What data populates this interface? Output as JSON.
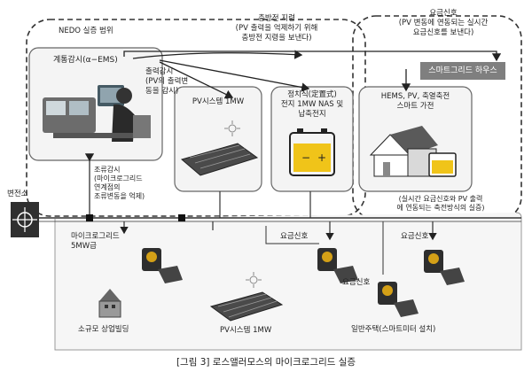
{
  "nedo_scope": "NEDO 실증 범위",
  "charge_instruction": [
    "충방전 지령",
    "(PV 출력을 억제하기 위해",
    "충방전 지령을 보낸다)"
  ],
  "price_signal_top": [
    "요금신호",
    "(PV 변동에 연동되는 실시간",
    "요금신호를 보낸다)"
  ],
  "smart_grid_house": "스마트그리드 하우스",
  "ems_label": "계통감시(α−EMS)",
  "output_monitor": [
    "출력감시",
    "(PV의 출력변",
    "동을 감시)"
  ],
  "pv_1mw_top": "PV시스템 1MW",
  "storage": [
    "정치식(定置式)",
    "전지 1MW NAS 및",
    "납축전지"
  ],
  "hems": [
    "HEMS, PV, 축열축전",
    "스마트 가전"
  ],
  "realtime_note": [
    "(실시간 요금신호와 PV 출력",
    "에 연동되는 축전방식의 실증)"
  ],
  "flow_monitor": [
    "조류감시",
    "(마이크로그리드",
    "연계점의",
    "조류변동을 억제)"
  ],
  "substation": "변전소",
  "microgrid": [
    "마이크로그리드",
    "5MW급"
  ],
  "price_signal_mid": "요금신호",
  "price_signal_right": "요금신호",
  "price_signal_low": "요금신호",
  "small_building": "소규모 상업빌딩",
  "pv_1mw_bottom": "PV시스템 1MW",
  "house_meter": "일반주택(스마트미터 설치)",
  "caption": "[그림 3] 로스앨러모스의 마이크로그리드 실증",
  "colors": {
    "dash": "#333333",
    "box_fill": "#f4f4f4",
    "tag_fill": "#7f7f7f",
    "roof": "#5a5a5a",
    "battery": "#f0c419"
  }
}
